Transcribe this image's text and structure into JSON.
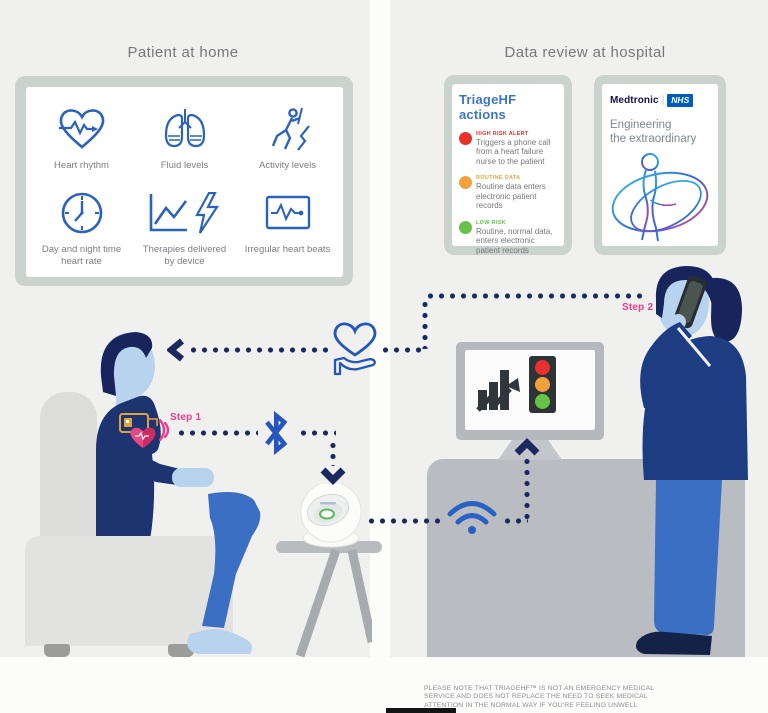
{
  "header": {
    "left_title": "Patient at home",
    "right_title": "Data review at hospital"
  },
  "home_panel": {
    "sensors": [
      {
        "icon": "heart-rhythm-icon",
        "label": "Heart rhythm"
      },
      {
        "icon": "lungs-icon",
        "label": "Fluid levels"
      },
      {
        "icon": "activity-icon",
        "label": "Activity levels"
      },
      {
        "icon": "clock-icon",
        "label": "Day and night time heart rate"
      },
      {
        "icon": "therapy-chart-bolt-icon",
        "label": "Therapies delivered by device"
      },
      {
        "icon": "ecg-monitor-icon",
        "label": "Irregular heart beats"
      }
    ]
  },
  "triage_card": {
    "title": "TriageHF actions",
    "actions": [
      {
        "level": "HIGH RISK ALERT",
        "description": "Triggers a phone call from a heart failure nurse to the patient",
        "color": "#e8312a"
      },
      {
        "level": "ROUTINE DATA",
        "description": "Routine data enters electronic patient records",
        "color": "#f2a13c"
      },
      {
        "level": "LOW RISK",
        "description": "Routine, normal data, enters electronic patient records",
        "color": "#68c14b"
      }
    ]
  },
  "brand_card": {
    "brand": "Medtronic",
    "partner_logo": "NHS",
    "tagline": [
      "Engineering",
      "the extraordinary"
    ]
  },
  "flow": {
    "step1": "Step 1",
    "step2": "Step 2"
  },
  "footer": {
    "disclaimer": [
      "PLEASE NOTE THAT TRIAGEHF™ IS NOT AN EMERGENCY MEDICAL",
      "SERVICE AND DOES NOT REPLACE THE NEED TO SEEK MEDICAL",
      "ATTENTION IN THE NORMAL WAY IF YOU'RE FEELING UNWELL"
    ]
  },
  "colors": {
    "icon_blue": "#2a62bd",
    "flow_navy": "#1b2a5e",
    "step_pink": "#ee3c8d",
    "high_risk_red": "#e8312a",
    "routine_orange": "#f2a13c",
    "low_risk_green": "#68c14b",
    "nhs_blue": "#005eb8",
    "traffic_red": "#e8312f",
    "traffic_amber": "#f0a03c",
    "traffic_green": "#67c24a"
  }
}
